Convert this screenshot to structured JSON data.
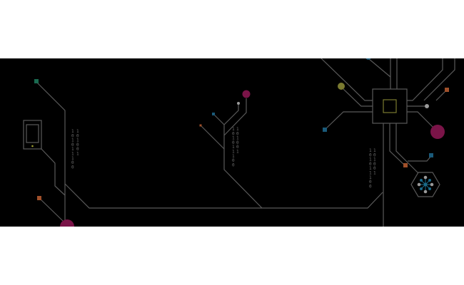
{
  "binary": {
    "left_a": "101011100",
    "left_b": "101001",
    "middle_a": "101011100",
    "middle_b": "101001",
    "right_a": "101011100",
    "right_b": "101001"
  },
  "colors": {
    "background": "#000000",
    "trace": "#5a5a5a",
    "magenta": "#7a1448",
    "blue": "#1a5a7a",
    "green": "#1a6a50",
    "orange": "#a0502a",
    "olive": "#7a7a30",
    "gray_dot": "#9a9a9a"
  }
}
